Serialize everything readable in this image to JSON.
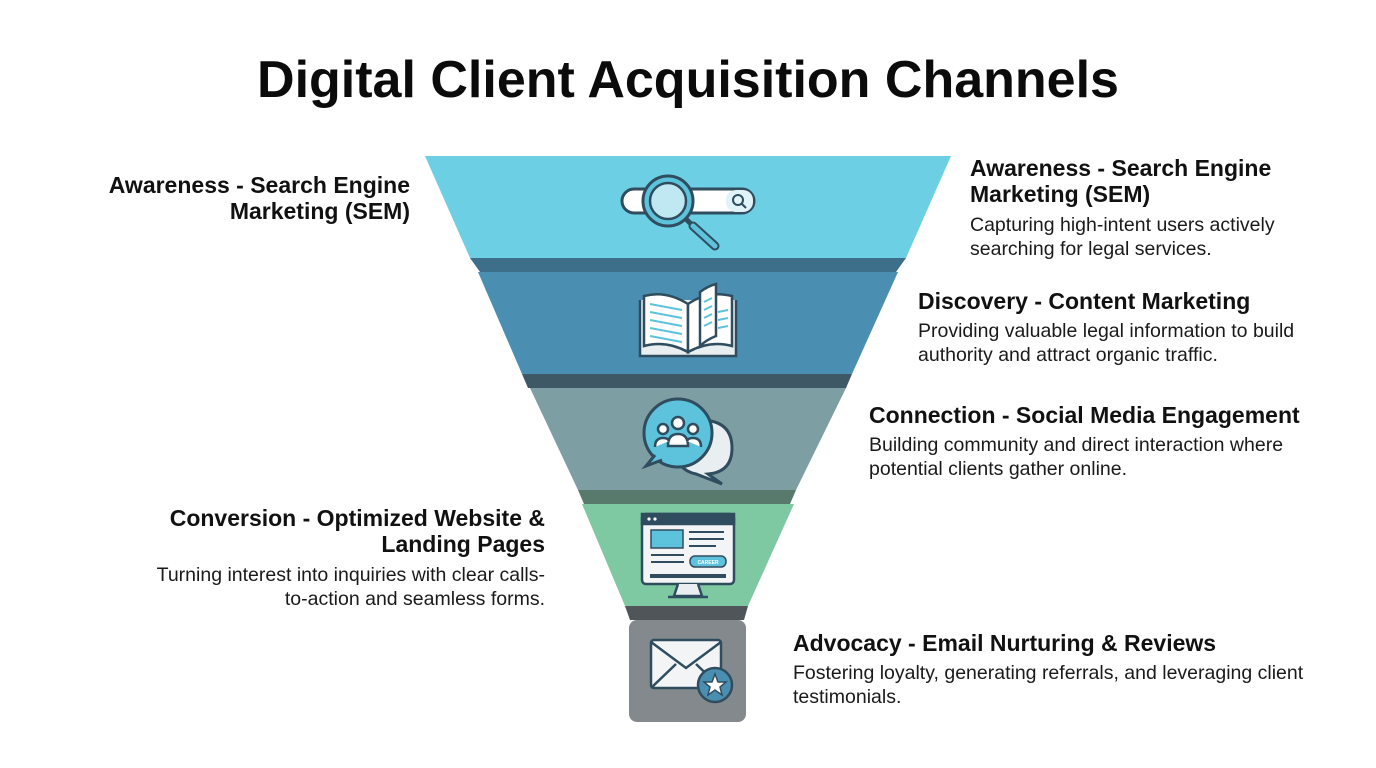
{
  "title": "Digital Client Acquisition Channels",
  "colors": {
    "stage1": "#6dcfe3",
    "stage2": "#4a8fb1",
    "stage3": "#7d9ea3",
    "stage4": "#7fc9a2",
    "stage5": "#84898e",
    "icon_stroke": "#2f4d5e",
    "icon_accent": "#5dc2dc"
  },
  "stages": [
    {
      "icon": "search-bar-magnifier-icon",
      "left_label": "Awareness - Search Engine Marketing (SEM)",
      "right_title": "Awareness - Search Engine Marketing (SEM)",
      "right_desc": "Capturing high-intent users actively searching for legal services."
    },
    {
      "icon": "open-book-icon",
      "right_title": "Discovery - Content Marketing",
      "right_desc": "Providing valuable legal information to build authority and attract organic traffic."
    },
    {
      "icon": "chat-bubbles-people-icon",
      "right_title": "Connection - Social Media Engagement",
      "right_desc": "Building community and direct interaction where potential clients gather online."
    },
    {
      "icon": "website-monitor-icon",
      "left_title": "Conversion - Optimized Website & Landing Pages",
      "left_desc": "Turning interest into inquiries with clear calls-to-action and seamless forms."
    },
    {
      "icon": "envelope-star-icon",
      "right_title": "Advocacy - Email Nurturing & Reviews",
      "right_desc": "Fostering loyalty, generating referrals, and leveraging client testimonials."
    }
  ],
  "icon_texts": {
    "website_button": "CAREER"
  }
}
